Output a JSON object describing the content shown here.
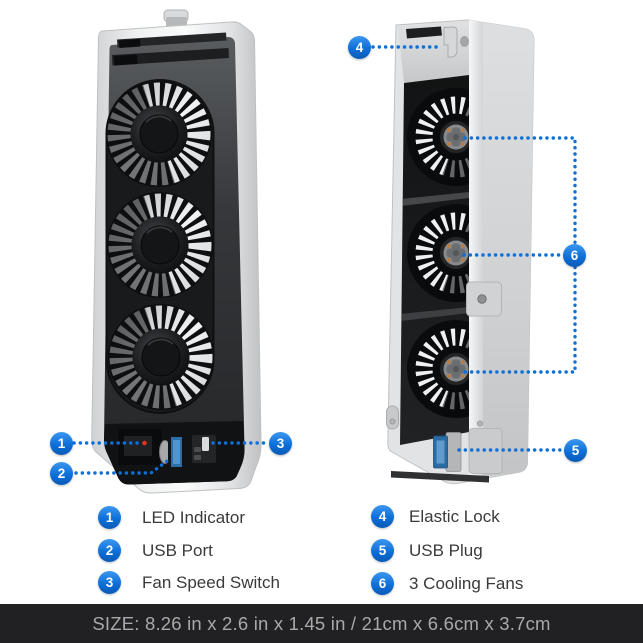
{
  "colors": {
    "accent": "#0d6fd8",
    "bar_bg": "#212123",
    "bar_text": "#a9a9a9"
  },
  "legend": {
    "items": [
      {
        "num": "1",
        "label": "LED Indicator"
      },
      {
        "num": "2",
        "label": "USB Port"
      },
      {
        "num": "3",
        "label": "Fan Speed Switch"
      },
      {
        "num": "4",
        "label": "Elastic Lock"
      },
      {
        "num": "5",
        "label": "USB Plug"
      },
      {
        "num": "6",
        "label": "3 Cooling Fans"
      }
    ]
  },
  "size_bar": {
    "text": "SIZE: 8.26 in x 2.6 in x 1.45 in / 21cm x 6.6cm x 3.7cm"
  }
}
